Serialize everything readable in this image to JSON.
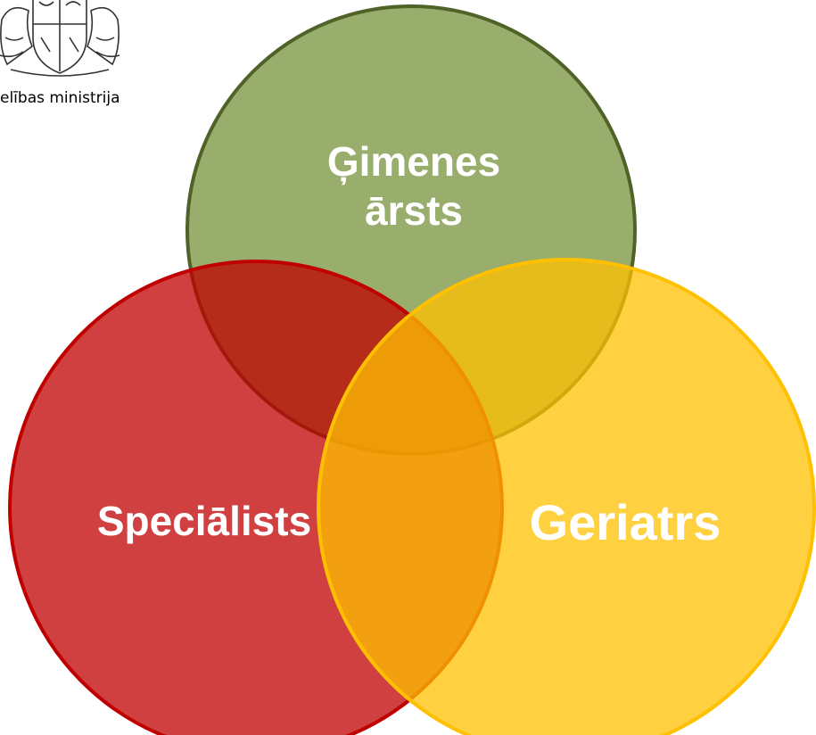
{
  "header": {
    "ministry_label": "elības ministrija"
  },
  "diagram": {
    "circles": [
      {
        "id": "gp",
        "lines": [
          "Ģimenes",
          "ārsts"
        ],
        "fill": "#77933C",
        "stroke": "#4F6228"
      },
      {
        "id": "specialist",
        "lines": [
          "Speciālists"
        ],
        "fill": "#C00000",
        "stroke": "#C00000"
      },
      {
        "id": "geriatrician",
        "lines": [
          "Geriatrs"
        ],
        "fill": "#FFC000",
        "stroke": "#FFC000"
      }
    ]
  }
}
